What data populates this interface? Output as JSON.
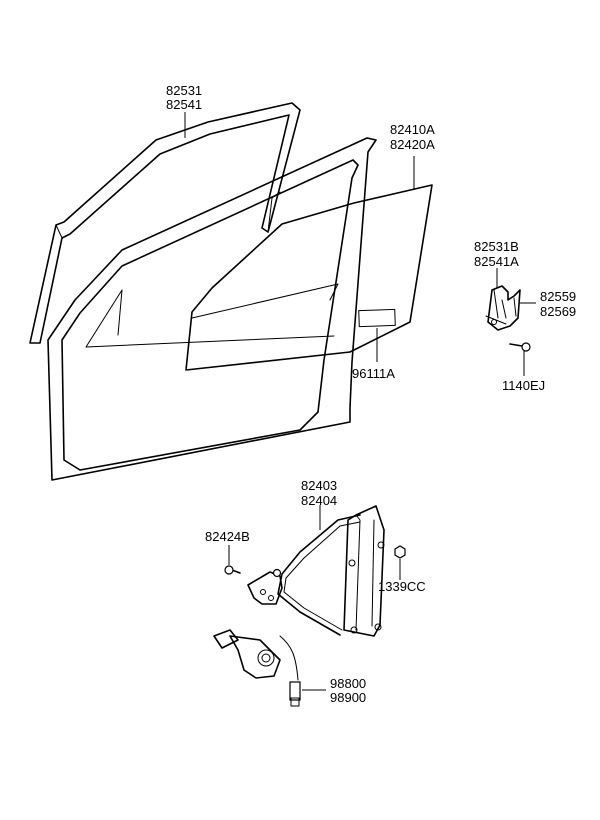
{
  "labels": {
    "weatherstrip_a": "82531",
    "weatherstrip_b": "82541",
    "glass_a": "82410A",
    "glass_b": "82420A",
    "bracket_a": "82531B",
    "bracket_b": "82541A",
    "holder_a": "82559",
    "holder_b": "82569",
    "label_plate": "96111A",
    "bolt_1140": "1140EJ",
    "regulator_a": "82403",
    "regulator_b": "82404",
    "bolt_82424": "82424B",
    "bolt_1339": "1339CC",
    "motor_a": "98800",
    "motor_b": "98900"
  }
}
